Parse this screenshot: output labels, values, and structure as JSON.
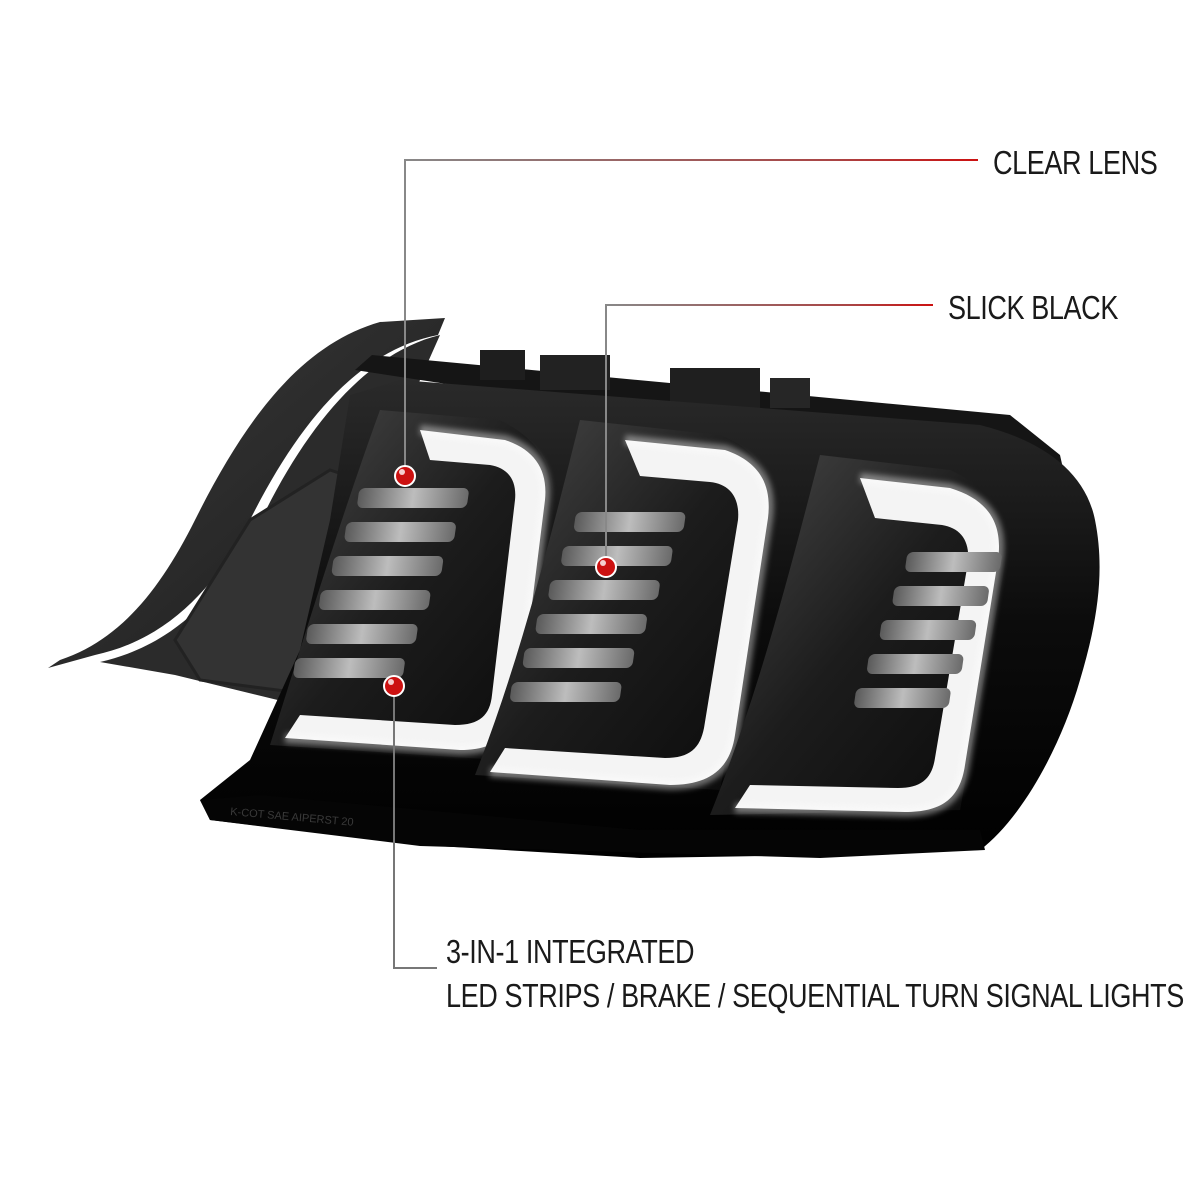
{
  "callouts": {
    "clear_lens": "CLEAR LENS",
    "slick_black": "SLICK BLACK",
    "integrated_line1": "3-IN-1 INTEGRATED",
    "integrated_line2": "LED STRIPS / BRAKE / SEQUENTIAL TURN SIGNAL LIGHTS"
  },
  "lens_marking": "K-COT SAE AIPERST 20",
  "colors": {
    "accent_red": "#cc1111",
    "leader_gray": "#777777",
    "housing": "#111111",
    "light_strip": "#f2f2f2"
  }
}
